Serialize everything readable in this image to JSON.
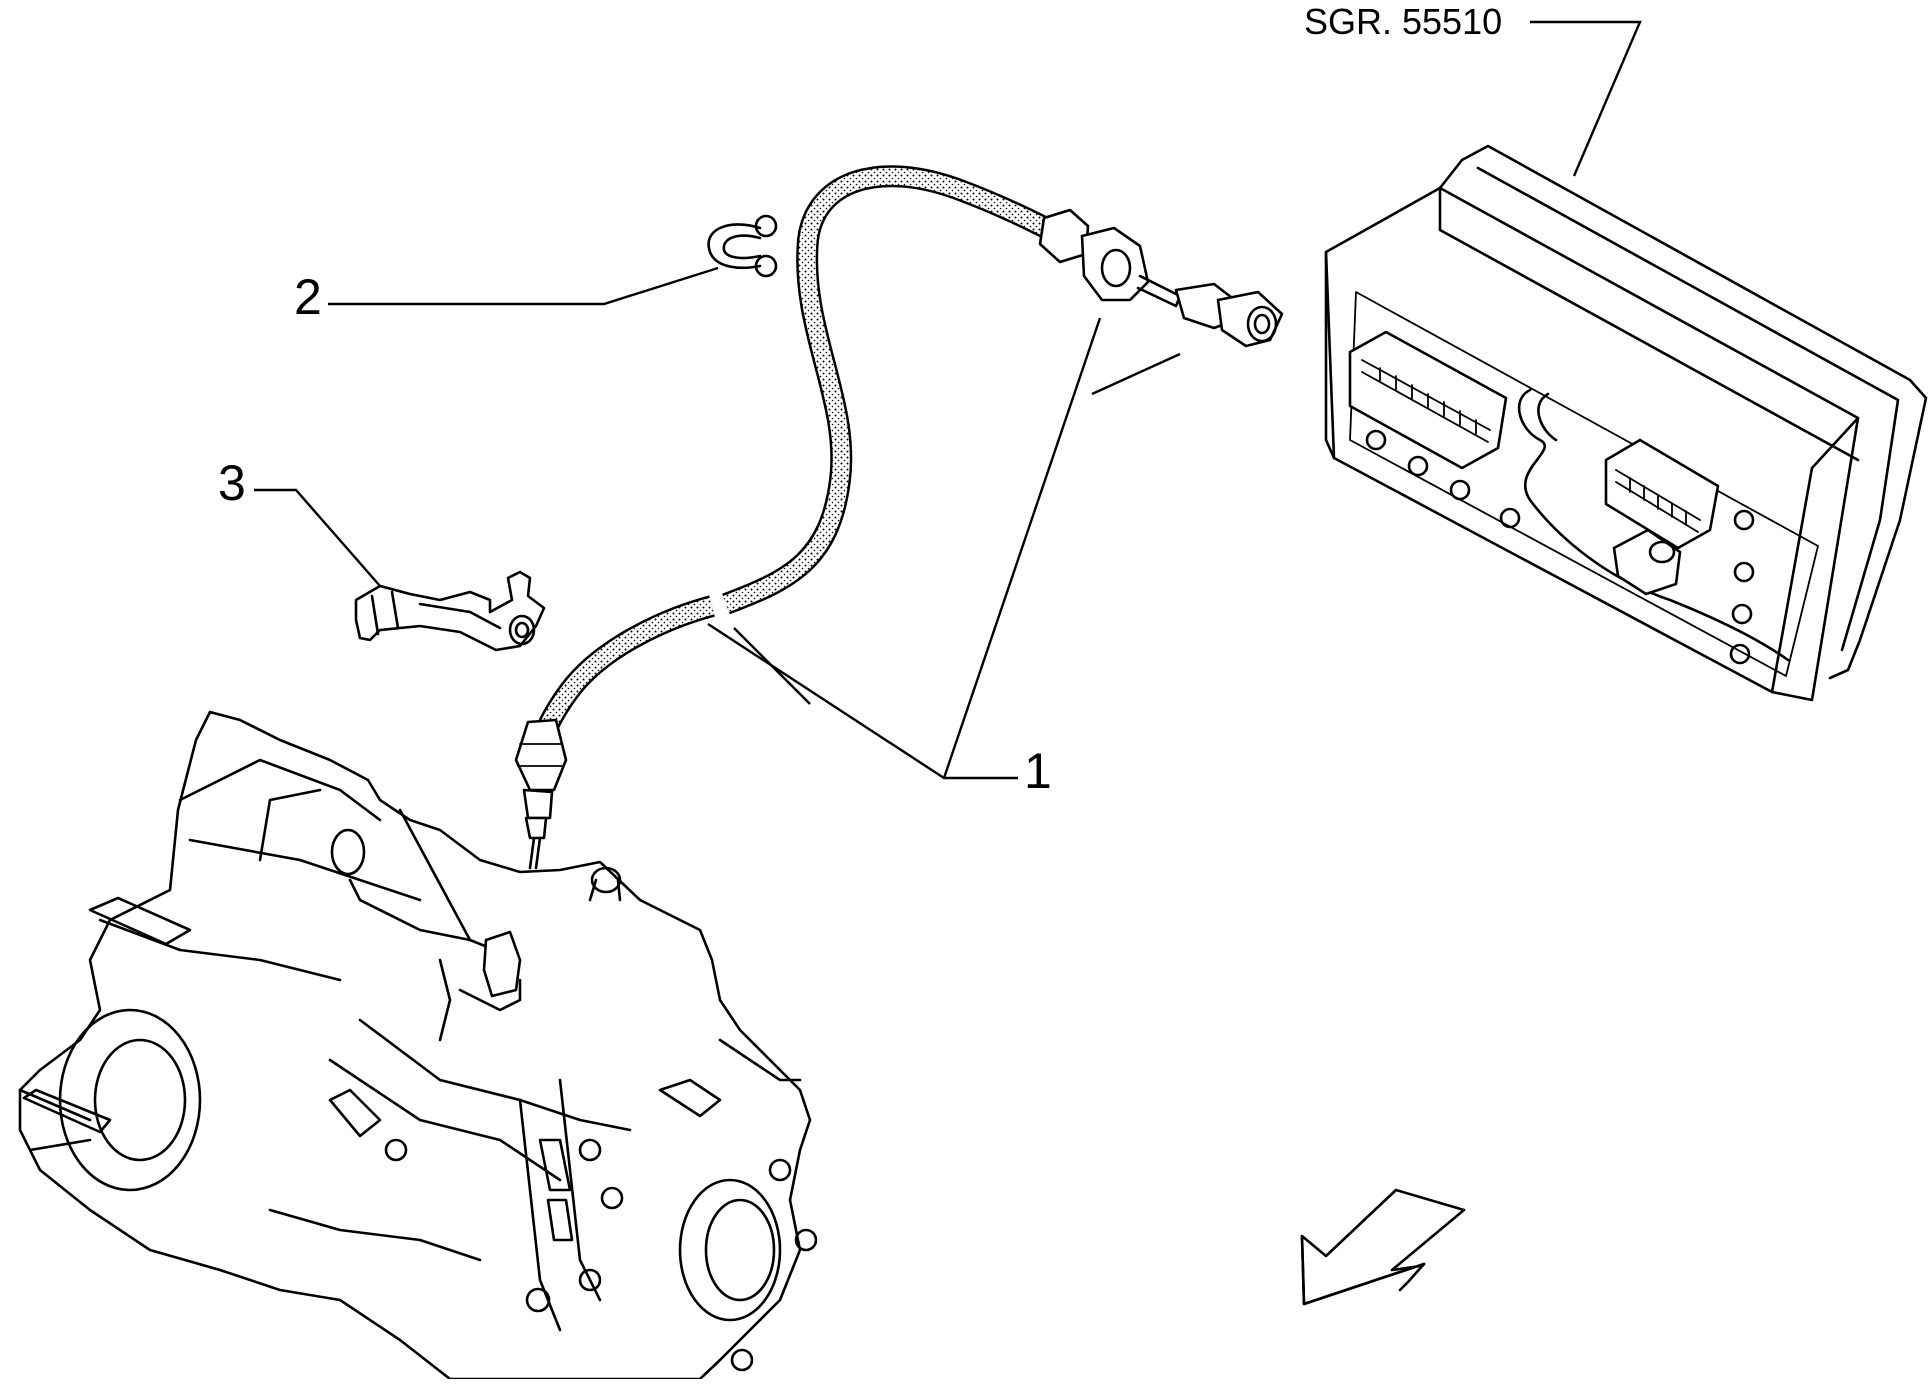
{
  "reference": {
    "text": "SGR. 55510"
  },
  "callouts": [
    {
      "id": "1",
      "text": "1"
    },
    {
      "id": "2",
      "text": "2"
    },
    {
      "id": "3",
      "text": "3"
    }
  ],
  "icons": [
    "direction-arrow-icon"
  ],
  "colors": {
    "line": "#000000",
    "background": "#ffffff"
  }
}
